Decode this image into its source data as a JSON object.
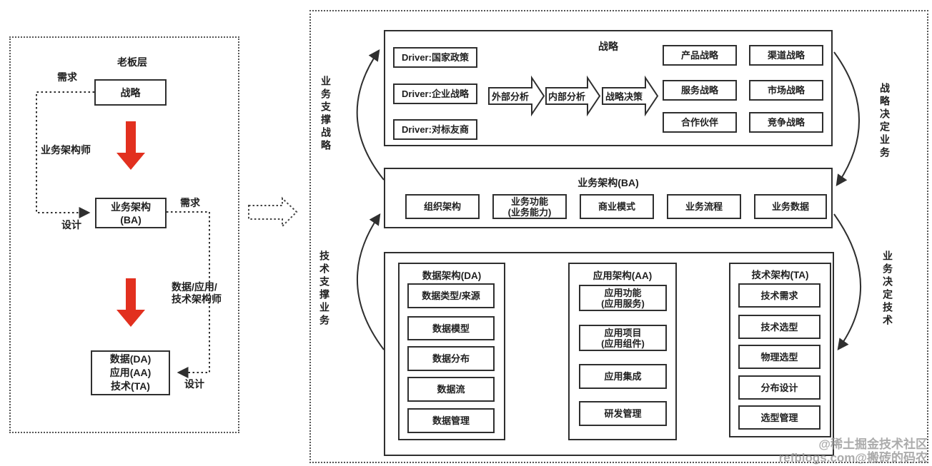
{
  "left_panel": {
    "title": "老板层",
    "strategy_box": "战略",
    "ba_box": "业务架构\n(BA)",
    "data_box": "数据(DA)\n应用(AA)\n技术(TA)",
    "labels": {
      "demand_top": "需求",
      "business_architect": "业务架构师",
      "design_mid": "设计",
      "demand_right": "需求",
      "dat_architect": "数据/应用/\n技术架构师",
      "design_bottom": "设计"
    }
  },
  "right_panel": {
    "strategy": {
      "title": "战略",
      "drivers": [
        "Driver:国家政策",
        "Driver:企业战略",
        "Driver:对标友商"
      ],
      "flow": [
        "外部分析",
        "内部分析",
        "战略决策"
      ],
      "outputs": [
        "产品战略",
        "渠道战略",
        "服务战略",
        "市场战略",
        "合作伙伴",
        "竞争战略"
      ]
    },
    "ba": {
      "title": "业务架构(BA)",
      "items": [
        "组织架构",
        "业务功能\n(业务能力)",
        "商业模式",
        "业务流程",
        "业务数据"
      ]
    },
    "da": {
      "title": "数据架构(DA)",
      "items": [
        "数据类型/来源",
        "数据模型",
        "数据分布",
        "数据流",
        "数据管理"
      ]
    },
    "aa": {
      "title": "应用架构(AA)",
      "items": [
        "应用功能\n(应用服务)",
        "应用项目\n(应用组件)",
        "应用集成",
        "研发管理"
      ]
    },
    "ta": {
      "title": "技术架构(TA)",
      "items": [
        "技术需求",
        "技术选型",
        "物理选型",
        "分布设计",
        "选型管理"
      ]
    },
    "side_labels": {
      "left_top": "业务支撑战略",
      "left_bottom": "技术支撑业务",
      "right_top": "战略决定业务",
      "right_bottom": "业务决定技术"
    }
  },
  "watermark": {
    "line1": "@稀土掘金技术社区",
    "line2": "refblogs.com@搬砖的码农"
  },
  "colors": {
    "arrow_red": "#e2301f",
    "line": "#2f2f2f"
  }
}
